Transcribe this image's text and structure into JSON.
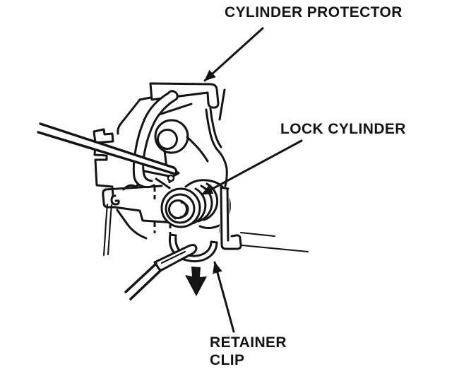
{
  "figure": {
    "kind": "technical-line-drawing",
    "subject": "steering-lock-assembly"
  },
  "colors": {
    "ink": "#141414",
    "paper": "#ffffff"
  },
  "callouts": {
    "cylinder_protector": "CYLINDER PROTECTOR",
    "lock_cylinder": "LOCK CYLINDER",
    "retainer_line1": "RETAINER",
    "retainer_line2": "CLIP"
  }
}
